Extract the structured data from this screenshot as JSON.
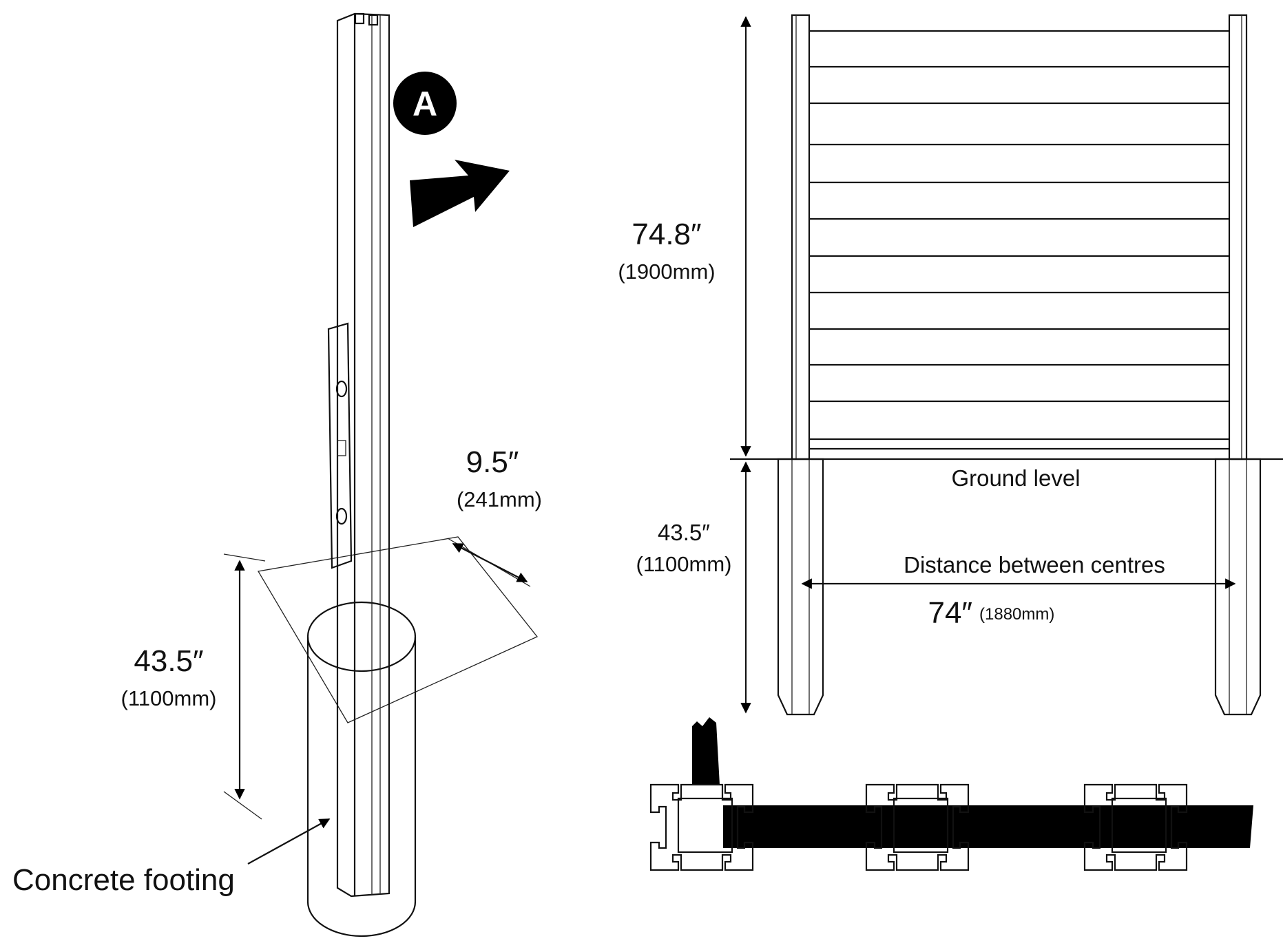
{
  "left_view": {
    "marker_letter": "A",
    "footing_width": "9.5″",
    "footing_width_mm": "(241mm)",
    "footing_depth": "43.5″",
    "footing_depth_mm": "(1100mm)",
    "footing_label": "Concrete footing"
  },
  "right_view": {
    "height": "74.8″",
    "height_mm": "(1900mm)",
    "depth": "43.5″",
    "depth_mm": "(1100mm)",
    "ground_label": "Ground level",
    "spacing_label": "Distance between centres",
    "spacing_value": "74″",
    "spacing_value_mm": "(1880mm)"
  }
}
